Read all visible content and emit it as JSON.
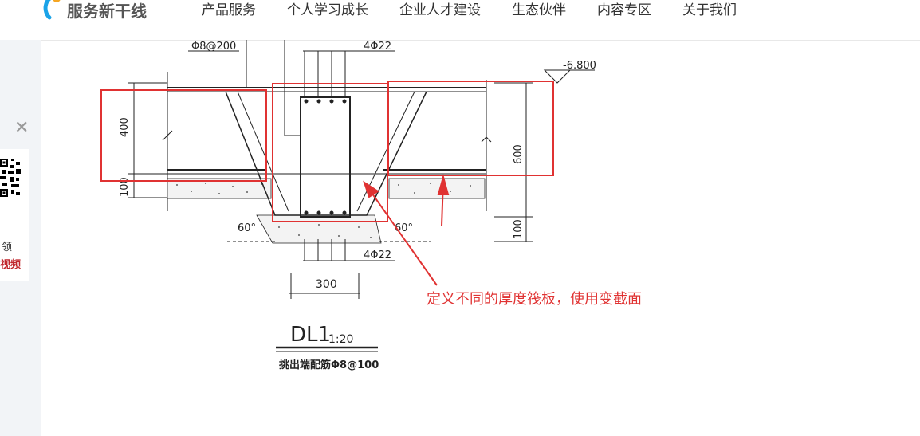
{
  "header": {
    "logo_text": "服务新干线",
    "nav": [
      "产品服务",
      "个人学习成长",
      "企业人才建设",
      "生态伙伴",
      "内容专区",
      "关于我们"
    ]
  },
  "sidepanel": {
    "close_icon": "close-icon",
    "qr_label_1": "领",
    "qr_label_2": "视频"
  },
  "drawing": {
    "rebar_top": "Φ8@200",
    "rebar_4_22_top": "4Φ22",
    "rebar_4_22_bottom": "4Φ22",
    "elevation": "-6.800",
    "dim_400": "400",
    "dim_100_left": "100",
    "dim_600": "600",
    "dim_100_right": "100",
    "angle_left": "60°",
    "angle_right": "60°",
    "dim_300": "300",
    "title": "DL1",
    "scale": "1:20",
    "note": "挑出端配筋Φ8@100"
  },
  "annotation": {
    "text": "定义不同的厚度筏板，使用变截面",
    "color": "#e03232"
  }
}
